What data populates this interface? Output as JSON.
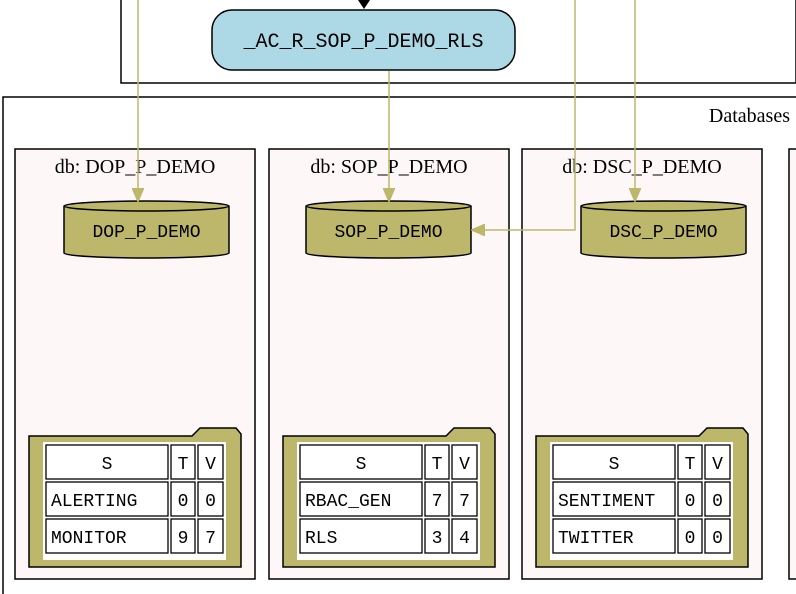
{
  "role_node": {
    "label": "_AC_R_SOP_P_DEMO_RLS"
  },
  "databases_cluster": {
    "label": "Databases"
  },
  "colors": {
    "role_fill": "#add8e6",
    "db_fill": "#bdb76b",
    "cluster_fill": "#fdf8f7",
    "edge": "#bdb76b",
    "stroke": "#000000"
  },
  "dbs": [
    {
      "cluster_label": "db: DOP_P_DEMO",
      "node_label": "DOP_P_DEMO",
      "table_headers": {
        "s": "S",
        "t": "T",
        "v": "V"
      },
      "rows": [
        {
          "schema": "ALERTING",
          "t": "0",
          "v": "0"
        },
        {
          "schema": "MONITOR",
          "t": "9",
          "v": "7"
        }
      ]
    },
    {
      "cluster_label": "db: SOP_P_DEMO",
      "node_label": "SOP_P_DEMO",
      "table_headers": {
        "s": "S",
        "t": "T",
        "v": "V"
      },
      "rows": [
        {
          "schema": "RBAC_GEN",
          "t": "7",
          "v": "7"
        },
        {
          "schema": "RLS",
          "t": "3",
          "v": "4"
        }
      ]
    },
    {
      "cluster_label": "db: DSC_P_DEMO",
      "node_label": "DSC_P_DEMO",
      "table_headers": {
        "s": "S",
        "t": "T",
        "v": "V"
      },
      "rows": [
        {
          "schema": "SENTIMENT",
          "t": "0",
          "v": "0"
        },
        {
          "schema": "TWITTER",
          "t": "0",
          "v": "0"
        }
      ]
    }
  ]
}
